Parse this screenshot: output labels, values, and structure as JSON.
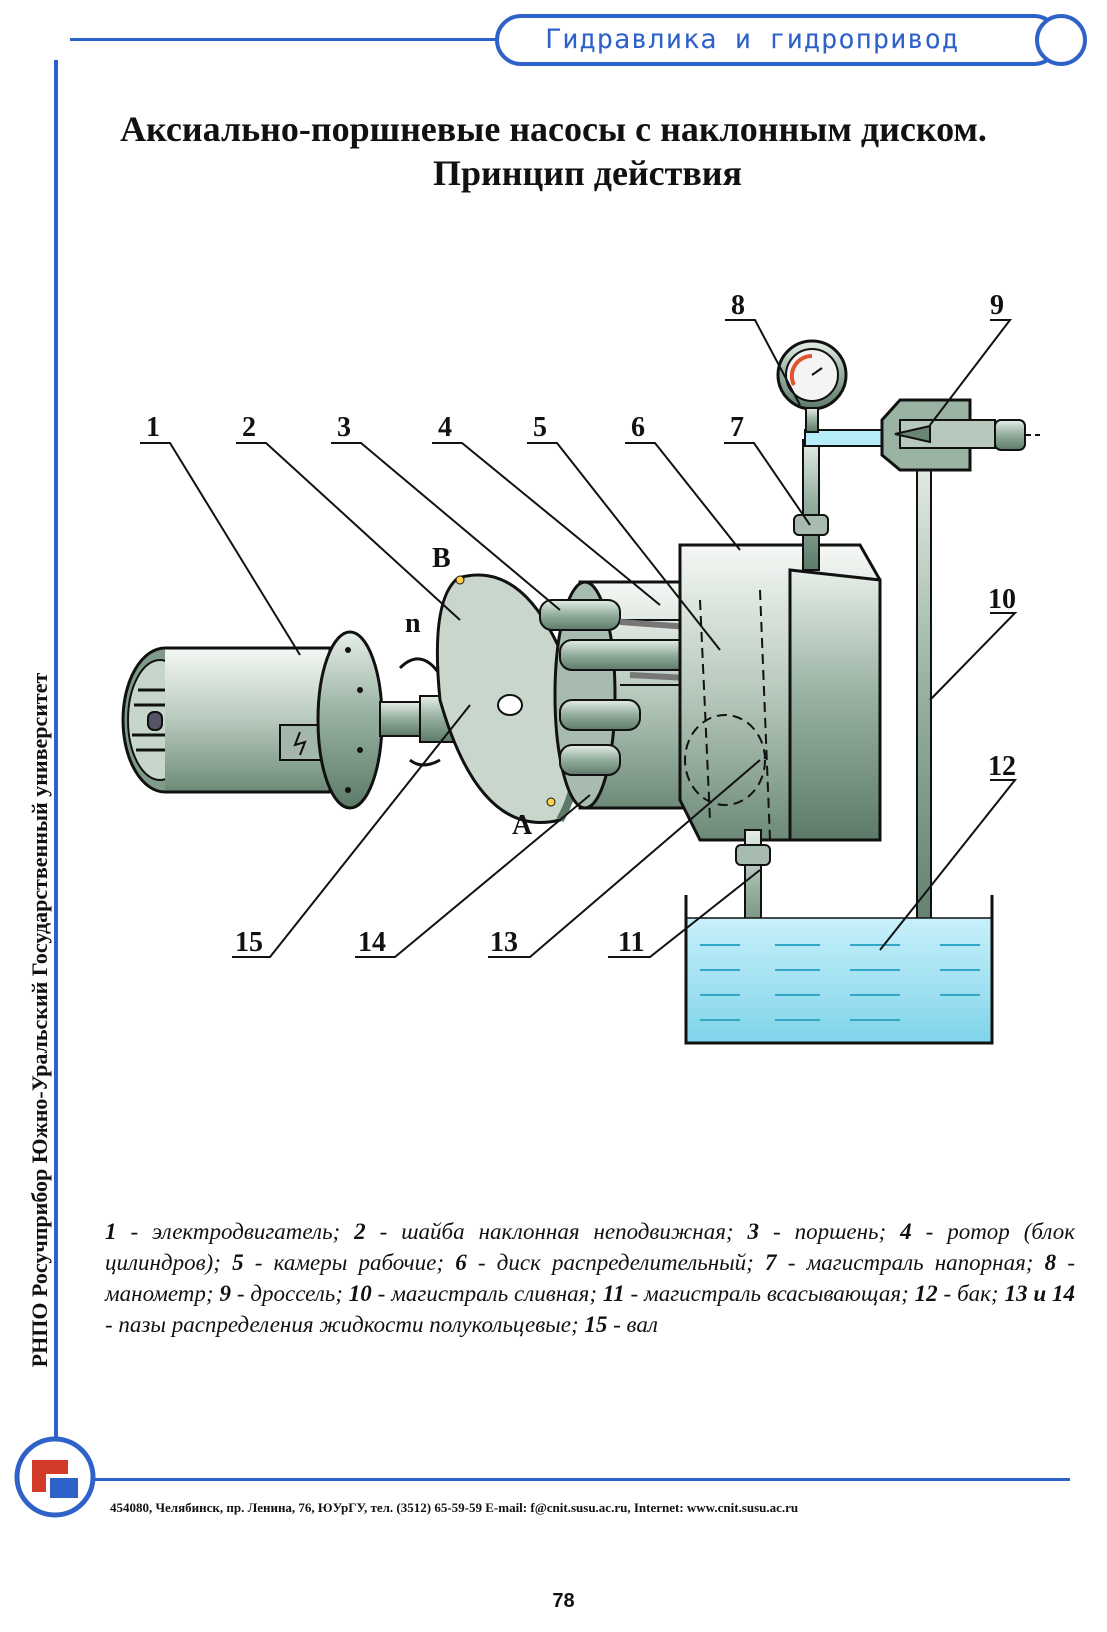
{
  "header": {
    "title": "Гидравлика и гидропривод"
  },
  "sidebar": {
    "vertical_text": "РНПО Росучприбор Южно-Уральский Государственный университет"
  },
  "title": {
    "line1": "Аксиально-поршневые насосы с наклонным диском.",
    "line2": "Принцип действия"
  },
  "diagram": {
    "callouts": [
      "1",
      "2",
      "3",
      "4",
      "5",
      "6",
      "7",
      "8",
      "9",
      "10",
      "11",
      "12",
      "13",
      "14",
      "15"
    ],
    "point_labels": {
      "b": "В",
      "a": "А",
      "n": "n"
    }
  },
  "legend": [
    {
      "num": "1",
      "text": " - электродвигатель; "
    },
    {
      "num": "2",
      "text": " - шайба наклонная неподвижная; "
    },
    {
      "num": "3",
      "text": " - поршень; "
    },
    {
      "num": "4",
      "text": " - ротор (блок цилиндров); "
    },
    {
      "num": "5",
      "text": " - камеры рабочие; "
    },
    {
      "num": "6",
      "text": " - диск распределительный; "
    },
    {
      "num": "7",
      "text": " - магистраль напорная; "
    },
    {
      "num": "8",
      "text": " - манометр; "
    },
    {
      "num": "9",
      "text": " - дроссель; "
    },
    {
      "num": "10",
      "text": " - магистраль сливная; "
    },
    {
      "num": "11",
      "text": " - магистраль всасывающая; "
    },
    {
      "num": "12",
      "text": " - бак; "
    },
    {
      "num": "13 и 14",
      "text": " - пазы распределения жидкости полукольцевые; "
    },
    {
      "num": "15",
      "text": " - вал"
    }
  ],
  "footer": {
    "address": "454080, Челябинск, пр. Ленина, 76, ЮУрГУ, тел. (3512) 65-59-59 E-mail: f@cnit.susu.ac.ru, Internet: www.cnit.susu.ac.ru",
    "page_number": "78"
  },
  "colors": {
    "accent": "#2f62c8",
    "metal": "#8faa98",
    "fluid": "#9fe0f0"
  }
}
